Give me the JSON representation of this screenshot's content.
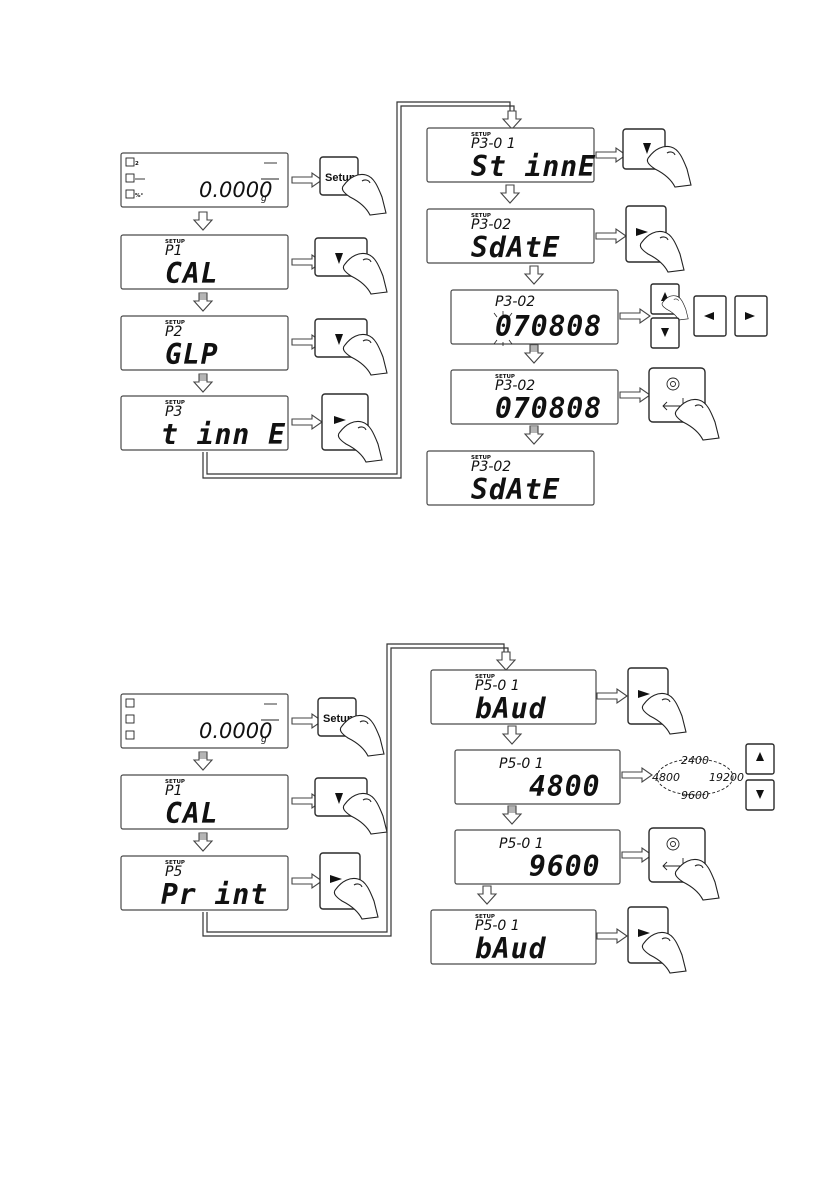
{
  "diagrams": [
    {
      "id": "time-date-setting",
      "steps": [
        {
          "setup": "",
          "code": "",
          "main": "0.0000",
          "unit": "g",
          "kind": "home"
        },
        {
          "setup": "SETUP",
          "code": "P1",
          "main": "CAL"
        },
        {
          "setup": "SETUP",
          "code": "P2",
          "main": "GLP"
        },
        {
          "setup": "SETUP",
          "code": "P3",
          "main": "t inn E"
        },
        {
          "setup": "SETUP",
          "code": "P3-0 1",
          "main": "St innE"
        },
        {
          "setup": "SETUP",
          "code": "P3-02",
          "main": "SdAtE"
        },
        {
          "setup": "",
          "code": "P3-02",
          "main": "070808",
          "blinking": true
        },
        {
          "setup": "SETUP",
          "code": "P3-02",
          "main": "070808"
        },
        {
          "setup": "SETUP",
          "code": "P3-02",
          "main": "SdAtE"
        }
      ]
    },
    {
      "id": "baud-rate-setting",
      "steps": [
        {
          "setup": "",
          "code": "",
          "main": "0.0000",
          "unit": "g",
          "kind": "home"
        },
        {
          "setup": "SETUP",
          "code": "P1",
          "main": "CAL"
        },
        {
          "setup": "SETUP",
          "code": "P5",
          "main": "Pr int"
        },
        {
          "setup": "SETUP",
          "code": "P5-0 1",
          "main": "bAud"
        },
        {
          "setup": "",
          "code": "P5-0 1",
          "main": "4800"
        },
        {
          "setup": "",
          "code": "P5-0 1",
          "main": "9600"
        },
        {
          "setup": "SETUP",
          "code": "P5-0 1",
          "main": "bAud"
        }
      ],
      "baud_options": [
        "2400",
        "4800",
        "19200",
        "9600"
      ]
    }
  ],
  "keys": {
    "setup": "Setup",
    "down": "down-arrow-key",
    "up": "up-arrow-key",
    "left": "left-arrow-key",
    "right": "right-arrow-key",
    "enter": "enter-key"
  },
  "status_icons": [
    "cal-weight-icon",
    "temperature-icon",
    "humidity-icon",
    "stability-icon",
    "zero-icon"
  ]
}
